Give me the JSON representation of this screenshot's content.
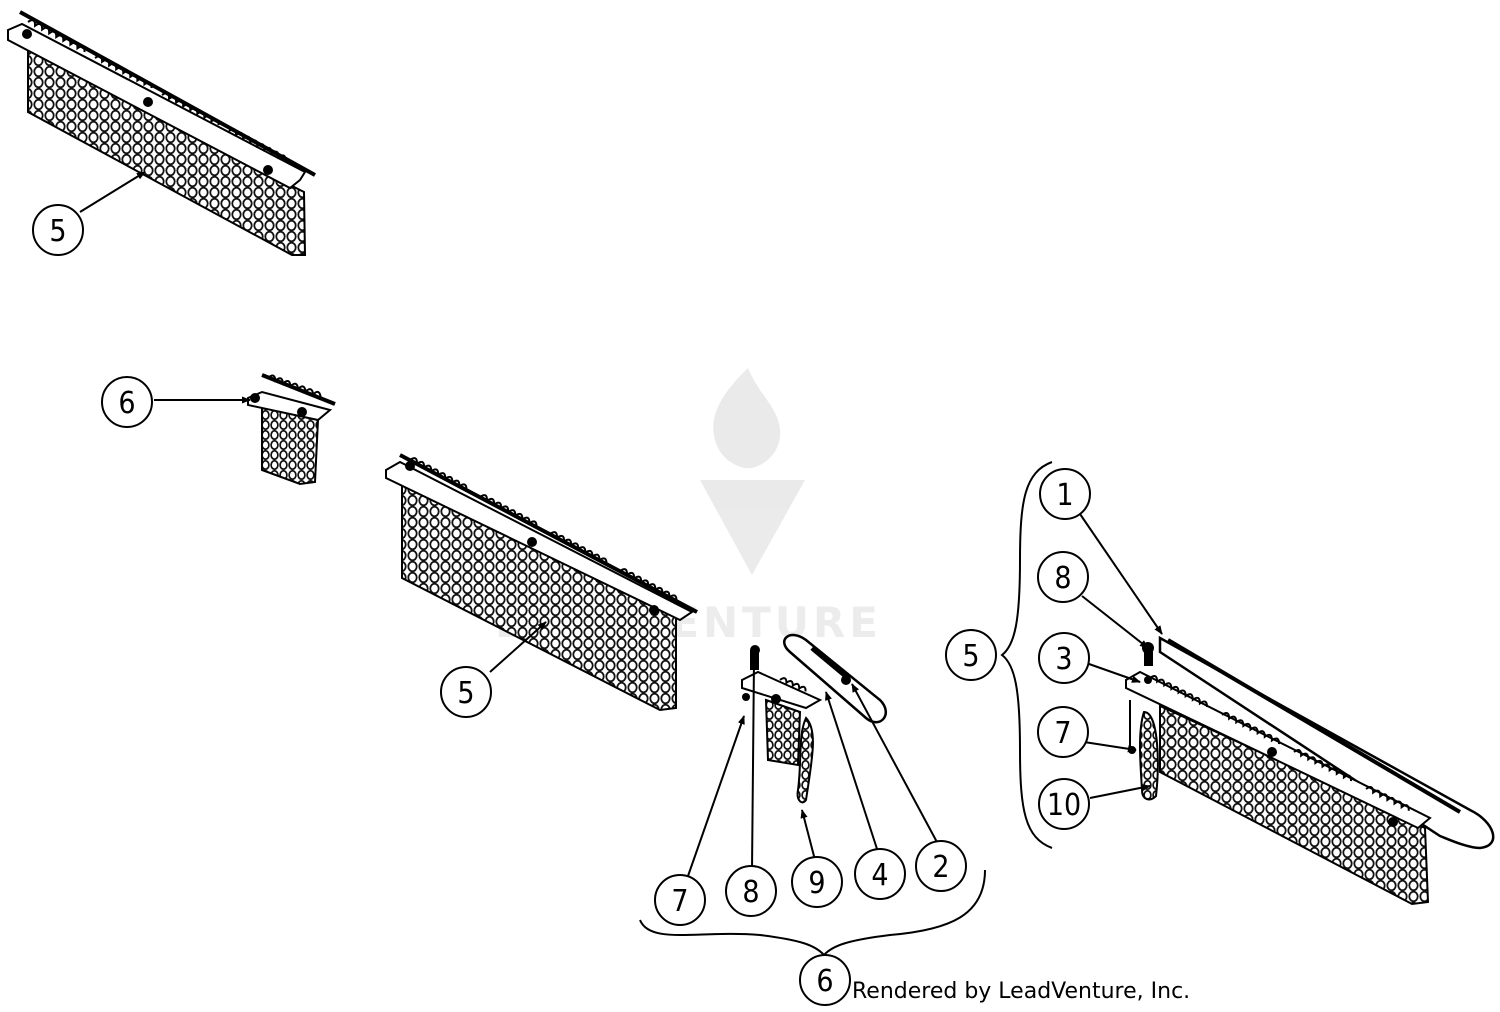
{
  "credit": "Rendered by LeadVenture, Inc.",
  "watermark": {
    "text": "LEADVENTURE",
    "logo": "flame-v-logo"
  },
  "callouts": {
    "top_chain_flap": "5",
    "small_chain_flap": "6",
    "middle_chain_flap": "5",
    "group_6_items": [
      "7",
      "8",
      "9",
      "4",
      "2"
    ],
    "group_6_label": "6",
    "group_5_items": [
      "1",
      "8",
      "3",
      "7",
      "10"
    ],
    "group_5_label": "5"
  },
  "icons": {
    "chain_curtain": "chain-curtain-icon",
    "bolt": "bolt-icon",
    "mounting_bar": "mounting-bar-icon"
  }
}
